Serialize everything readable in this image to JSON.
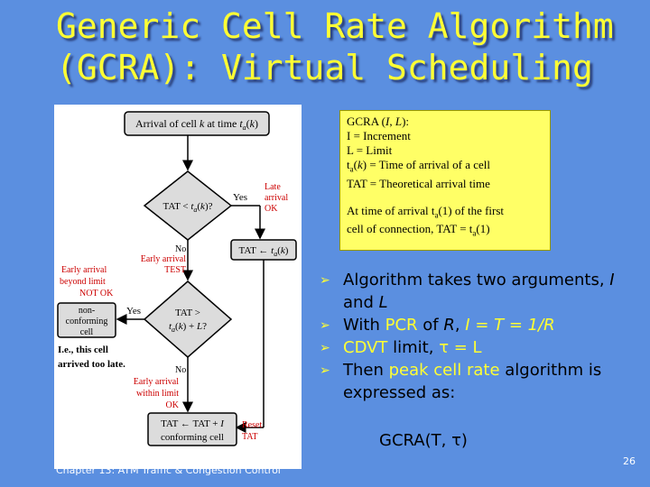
{
  "title": {
    "line1": "Generic Cell Rate Algorithm",
    "line2": "(GCRA): Virtual Scheduling"
  },
  "flowchart": {
    "start_box": "Arrival of cell k at time t_a(k)",
    "decision1": "TAT < t_a(k)?",
    "decision1_yes": "Yes",
    "decision1_no": "No",
    "late_label": [
      "Late",
      "arrival",
      "OK"
    ],
    "tat_set_box": "TAT ← t_a(k)",
    "early_test_label": [
      "Early arrival",
      "TEST"
    ],
    "decision2_line1": "TAT >",
    "decision2_line2": "t_a(k) + L?",
    "decision2_yes": "Yes",
    "decision2_no": "No",
    "early_beyond_label": [
      "Early arrival",
      "beyond limit",
      "NOT OK"
    ],
    "nonconforming_box": [
      "non-",
      "conforming",
      "cell"
    ],
    "ie_note": [
      "I.e., this cell",
      "arrived too late."
    ],
    "early_within_label": [
      "Early arrival",
      "within limit",
      "OK"
    ],
    "final_box_line1": "TAT ← TAT + I",
    "final_box_line2": "conforming cell",
    "reset_label": [
      "Reset",
      "TAT"
    ]
  },
  "infobox": {
    "line1": "GCRA (I, L):",
    "line2": "I = Increment",
    "line3": "L = Limit",
    "line4": "t_a(k) = Time of arrival of a cell",
    "line5": "TAT = Theoretical arrival time",
    "line6": "At time of arrival t_a(1) of the first",
    "line7": "cell of connection, TAT = t_a(1)"
  },
  "bullets": {
    "b1_text": "Algorithm takes two arguments, ",
    "b1_I": "I",
    "b1_and": " and ",
    "b1_L": "L",
    "b2_with": "With ",
    "b2_pcr": "PCR",
    "b2_of": " of ",
    "b2_R": "R",
    "b2_comma": ", ",
    "b2_eq": "I = T = 1/R",
    "b3_cdvt": "CDVT",
    "b3_limit": " limit, ",
    "b3_eq": "τ = L",
    "b4_then": "Then ",
    "b4_pcr": "peak cell rate",
    "b4_rest": " algorithm is expressed as:"
  },
  "formula": "GCRA(T, τ)",
  "footer": "Chapter 13:  ATM Traffic & Congestion Control",
  "page_number": "26",
  "colors": {
    "background": "#5b8fe0",
    "title": "#ffff33",
    "infobox": "#ffff66",
    "annotation_red": "#cc0000",
    "box_fill": "#dcdcdc"
  }
}
